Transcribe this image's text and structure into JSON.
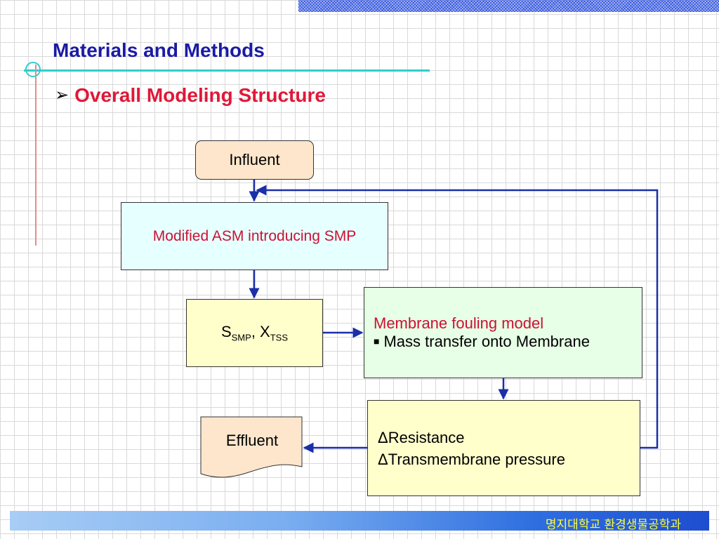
{
  "slide": {
    "title": "Materials and Methods",
    "subtitle": "Overall Modeling Structure",
    "footer": "명지대학교 환경생물공학과"
  },
  "diagram": {
    "influent": "Influent",
    "asm": "Modified ASM introducing SMP",
    "smp": {
      "s": "S",
      "s_sub": "SMP",
      "sep": ", ",
      "x": "X",
      "x_sub": "TSS"
    },
    "membrane": {
      "title": "Membrane fouling model",
      "bullet": "Mass transfer onto Membrane"
    },
    "resistance": {
      "line1": "ΔResistance",
      "line2": "ΔTransmembrane pressure"
    },
    "effluent": "Effluent"
  },
  "colors": {
    "title": "#1a1aa6",
    "subtitle": "#e01838",
    "accent_text": "#cc1133",
    "arrow": "#1a2fa8",
    "footer_text": "#ffff33"
  },
  "icons": {
    "bullet": "arrow-bullet-icon",
    "list_bullet": "square-bullet-icon"
  }
}
